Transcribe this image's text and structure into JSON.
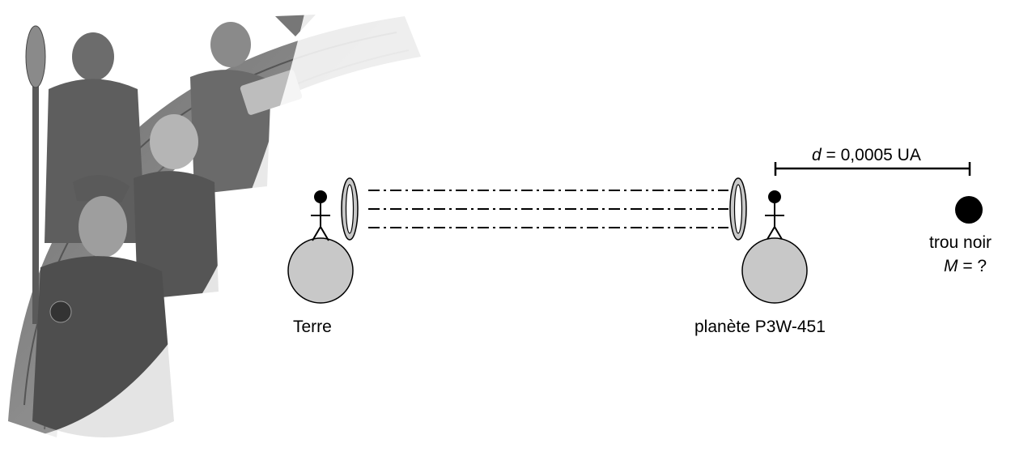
{
  "diagram": {
    "earth_label": "Terre",
    "planet_label": "planète P3W-451",
    "distance": {
      "var": "d",
      "rest": " = 0,0005 UA"
    },
    "black_hole": {
      "label": "trou noir",
      "mass_var": "M",
      "mass_rest": " = ?"
    }
  },
  "colors": {
    "planet_fill": "#c8c8c8",
    "outline": "#000000",
    "black_hole": "#000000",
    "illustration_gray": "#8a8a8a"
  }
}
